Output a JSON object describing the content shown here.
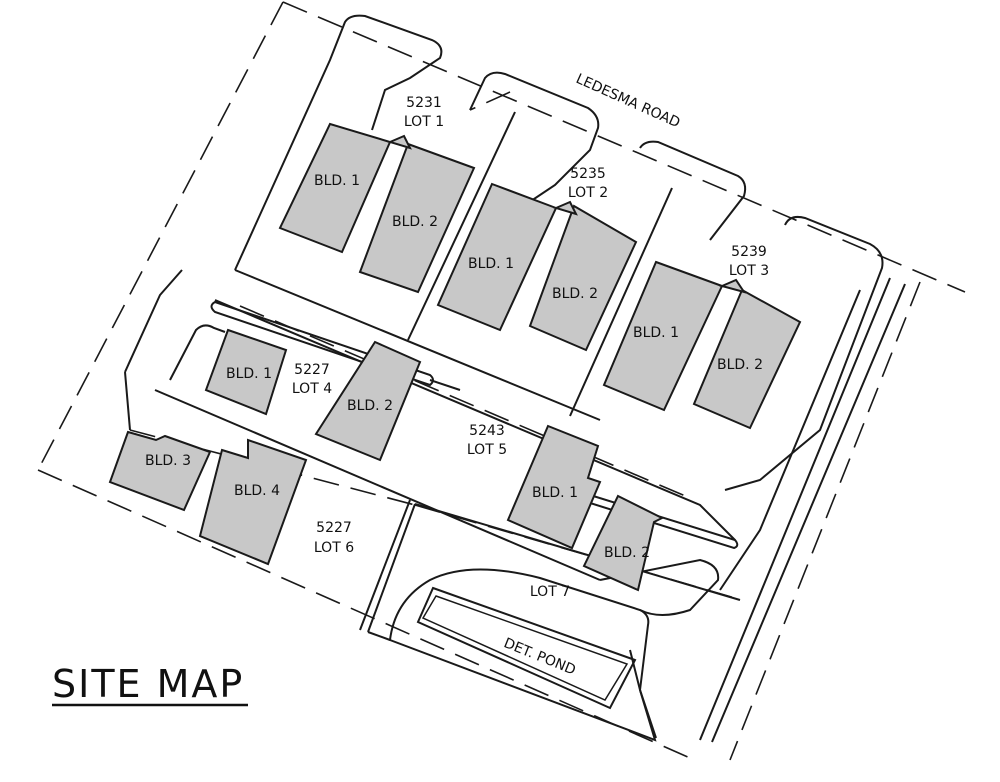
{
  "road": "LEDESMA ROAD",
  "title": "SITE MAP",
  "lots": [
    {
      "number": "5231",
      "lot": "LOT 1"
    },
    {
      "number": "5235",
      "lot": "LOT 2"
    },
    {
      "number": "5239",
      "lot": "LOT 3"
    },
    {
      "number": "5227",
      "lot": "LOT 4"
    },
    {
      "number": "5243",
      "lot": "LOT 5"
    },
    {
      "number": "5227",
      "lot": "LOT 6"
    },
    {
      "number": "",
      "lot": "LOT 7"
    }
  ],
  "buildings": {
    "bld1": "BLD. 1",
    "bld2": "BLD. 2",
    "bld3": "BLD. 3",
    "bld4": "BLD. 4"
  },
  "pond": "DET. POND"
}
